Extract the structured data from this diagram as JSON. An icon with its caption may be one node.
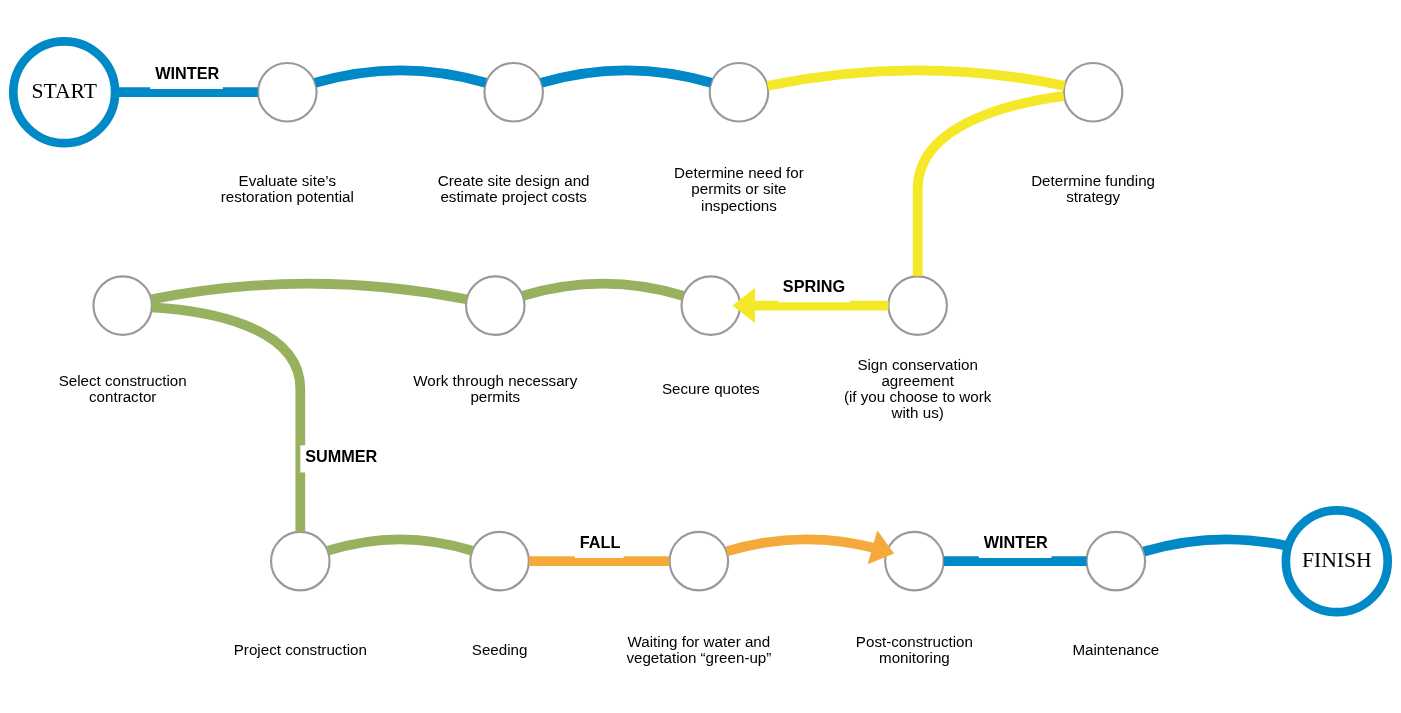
{
  "diagram": {
    "nodes": [
      {
        "text": [
          "START"
        ]
      },
      {
        "text": [],
        "shape": "circle",
        "beside": [
          "Evaluate site’s restoration potential"
        ]
      },
      {
        "text": [],
        "shape": "circle",
        "beside": [
          "Create site design and estimate project costs"
        ]
      },
      {
        "text": [],
        "shape": "circle",
        "beside": [
          "Determine need for permits or site inspections"
        ]
      },
      {
        "text": [],
        "shape": "circle",
        "beside": [
          "Determine funding strategy"
        ]
      },
      {
        "text": [],
        "shape": "circle",
        "beside": [
          "Sign conservation agreement",
          "(if you choose to work with us)"
        ]
      },
      {
        "text": [],
        "shape": "circle",
        "beside": [
          "Secure quotes"
        ]
      },
      {
        "text": [],
        "shape": "circle",
        "beside": [
          "Work through necessary permits"
        ]
      },
      {
        "text": [],
        "shape": "circle",
        "beside": [
          "Select construction contractor"
        ]
      },
      {
        "text": [],
        "shape": "circle",
        "beside": [
          "Project construction"
        ]
      },
      {
        "text": [],
        "shape": "circle",
        "beside": [
          "Seeding"
        ]
      },
      {
        "text": [],
        "shape": "circle",
        "beside": [
          "Waiting for water and vegetation “green-up”"
        ]
      },
      {
        "text": [],
        "shape": "circle",
        "beside": [
          "Post-construction monitoring"
        ]
      },
      {
        "text": [],
        "shape": "circle",
        "beside": [
          "Maintenance"
        ]
      },
      {
        "text": [
          "FINISH"
        ]
      }
    ],
    "edges": [
      {
        "from": 0,
        "to": 1,
        "arrow": "none",
        "label": "WINTER",
        "color": "#0089c7"
      },
      {
        "from": 1,
        "to": 2,
        "arrow": "none",
        "color": "#0089c7"
      },
      {
        "from": 2,
        "to": 3,
        "arrow": "none",
        "color": "#0089c7"
      },
      {
        "from": 3,
        "to": 4,
        "arrow": "none",
        "color": "#f5e829"
      },
      {
        "from": 4,
        "to": 5,
        "arrow": "none",
        "color": "#f5e829"
      },
      {
        "from": 5,
        "to": 6,
        "arrow": "to",
        "label": "SPRING",
        "color": "#f5e829"
      },
      {
        "from": 6,
        "to": 7,
        "arrow": "none",
        "color": "#97b15e"
      },
      {
        "from": 7,
        "to": 8,
        "arrow": "none",
        "color": "#97b15e"
      },
      {
        "from": 8,
        "to": 9,
        "arrow": "none",
        "label": "SUMMER",
        "color": "#97b15e"
      },
      {
        "from": 9,
        "to": 10,
        "arrow": "none",
        "color": "#97b15e"
      },
      {
        "from": 10,
        "to": 11,
        "arrow": "none",
        "label": "FALL",
        "color": "#f6a93b"
      },
      {
        "from": 11,
        "to": 12,
        "arrow": "to",
        "color": "#f6a93b"
      },
      {
        "from": 12,
        "to": 13,
        "arrow": "none",
        "label": "WINTER",
        "color": "#0089c7"
      },
      {
        "from": 13,
        "to": 14,
        "arrow": "none",
        "color": "#0089c7"
      }
    ]
  }
}
